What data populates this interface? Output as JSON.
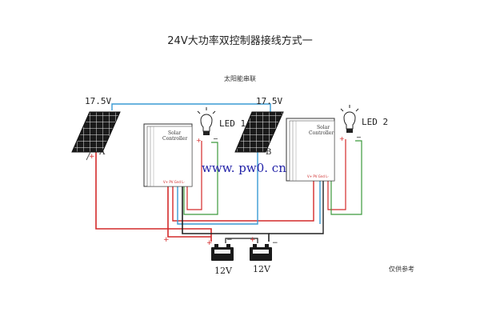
{
  "title": "24V大功率双控制器接线方式一",
  "subtitle": "太阳能串联",
  "note": "仅供参考",
  "panels": [
    {
      "voltage": "17.5V",
      "tag": "A"
    },
    {
      "voltage": "17.5V",
      "tag": "B"
    }
  ],
  "controllers": [
    {
      "label_line1": "Solar",
      "label_line2": "Controller",
      "terminals": "V+ PV Gnd L-"
    },
    {
      "label_line1": "Solar",
      "label_line2": "Controller",
      "terminals": "V+ PV Gnd L-"
    }
  ],
  "leds": [
    {
      "label": "LED 1"
    },
    {
      "label": "LED 2"
    }
  ],
  "batteries": [
    {
      "voltage": "12V"
    },
    {
      "voltage": "12V"
    }
  ],
  "watermark": "www. pw0. cn",
  "polarity": {
    "plus": "+",
    "minus": "−"
  },
  "colors": {
    "red": "#d42a2a",
    "blue": "#3a9bd4",
    "green": "#3c9a3c",
    "dark": "#222222",
    "watermark": "#2323a8"
  }
}
